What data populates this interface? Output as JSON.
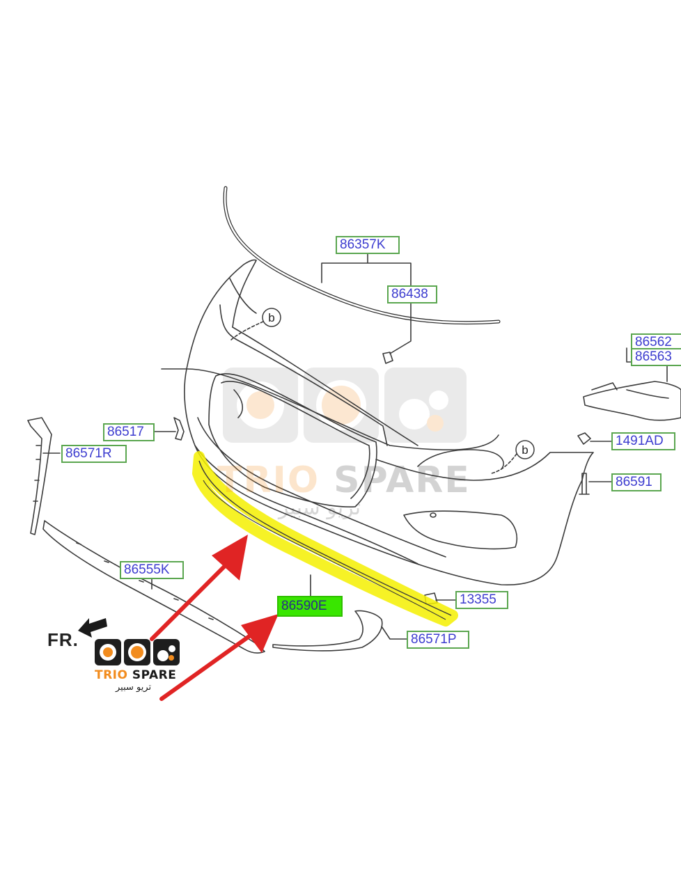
{
  "labels": {
    "p86357K": "86357K",
    "p86438": "86438",
    "p86562": "86562",
    "p86563": "86563",
    "p86517": "86517",
    "p1491AD": "1491AD",
    "p86571R": "86571R",
    "p86591": "86591",
    "p86555K": "86555K",
    "p13355": "13355",
    "p86590E": "86590E",
    "p86571P": "86571P"
  },
  "callouts": {
    "b1": "b",
    "b2": "b"
  },
  "direction": "FR.",
  "logo": {
    "name_orange": "TRIO",
    "name_dark": " SPARE",
    "arabic": "تريو سبير"
  },
  "watermark": {
    "name_orange": "TRIO",
    "name_dark": " SPARE",
    "arabic": "تريو سبير"
  },
  "colors": {
    "label_text": "#3c3ccf",
    "label_border": "#5aa64f",
    "highlight_part": "#f5f000",
    "highlight_label": "#39e600",
    "arrow": "#e02424",
    "brand_orange": "#f28c1e"
  }
}
